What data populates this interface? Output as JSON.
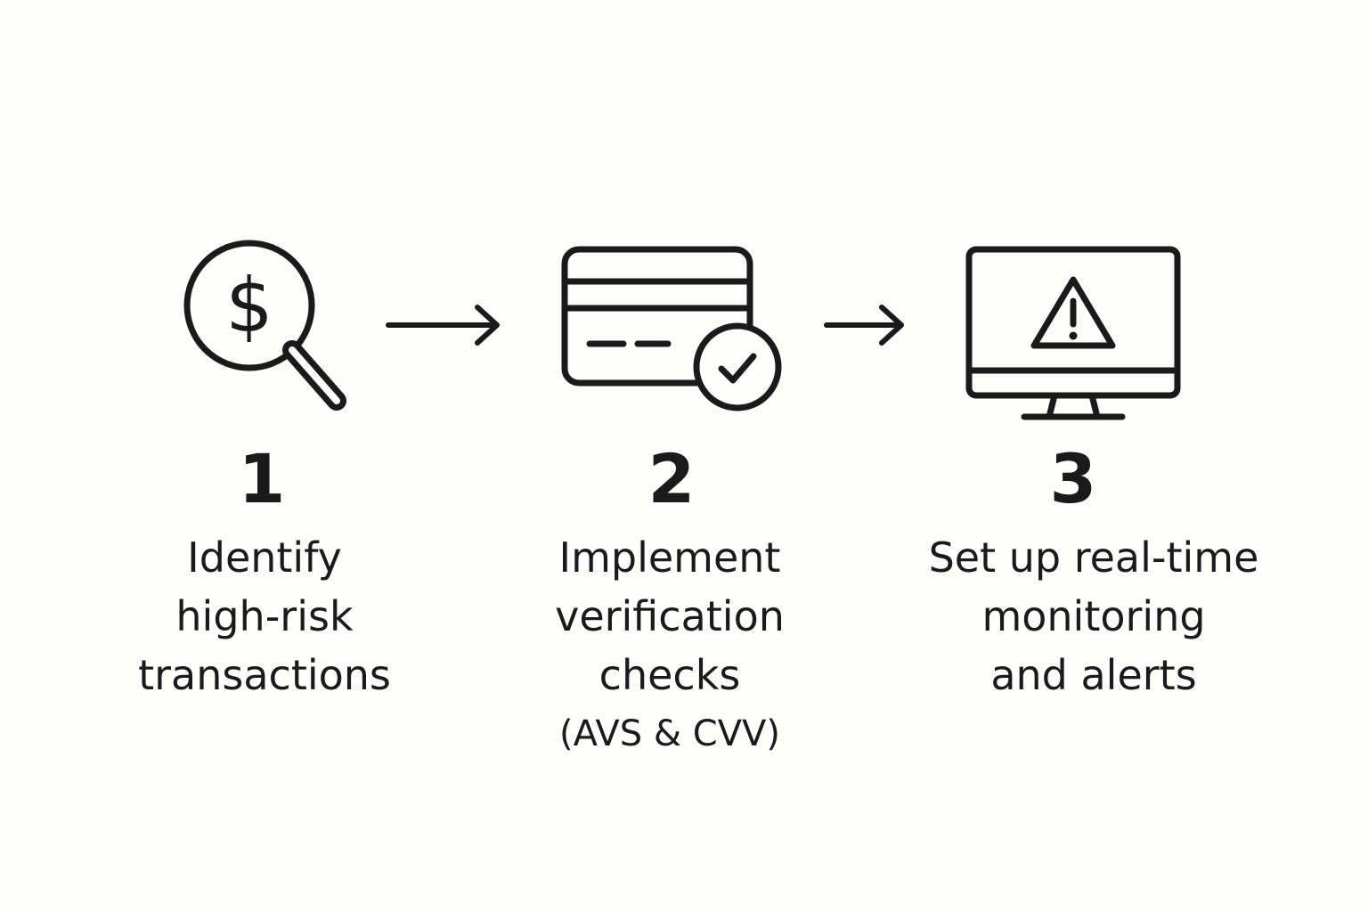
{
  "steps": [
    {
      "number": "1",
      "icon": "magnifier-dollar-icon",
      "lines": [
        "Identify",
        "high-risk",
        "transactions"
      ]
    },
    {
      "number": "2",
      "icon": "credit-card-check-icon",
      "lines": [
        "Implement",
        "verification",
        "checks"
      ],
      "subline": "(AVS & CVV)"
    },
    {
      "number": "3",
      "icon": "monitor-warning-icon",
      "lines": [
        "Set up real-time",
        "monitoring",
        "and alerts"
      ]
    }
  ],
  "colors": {
    "ink": "#1a1a1a",
    "background": "#fdfdfc"
  }
}
